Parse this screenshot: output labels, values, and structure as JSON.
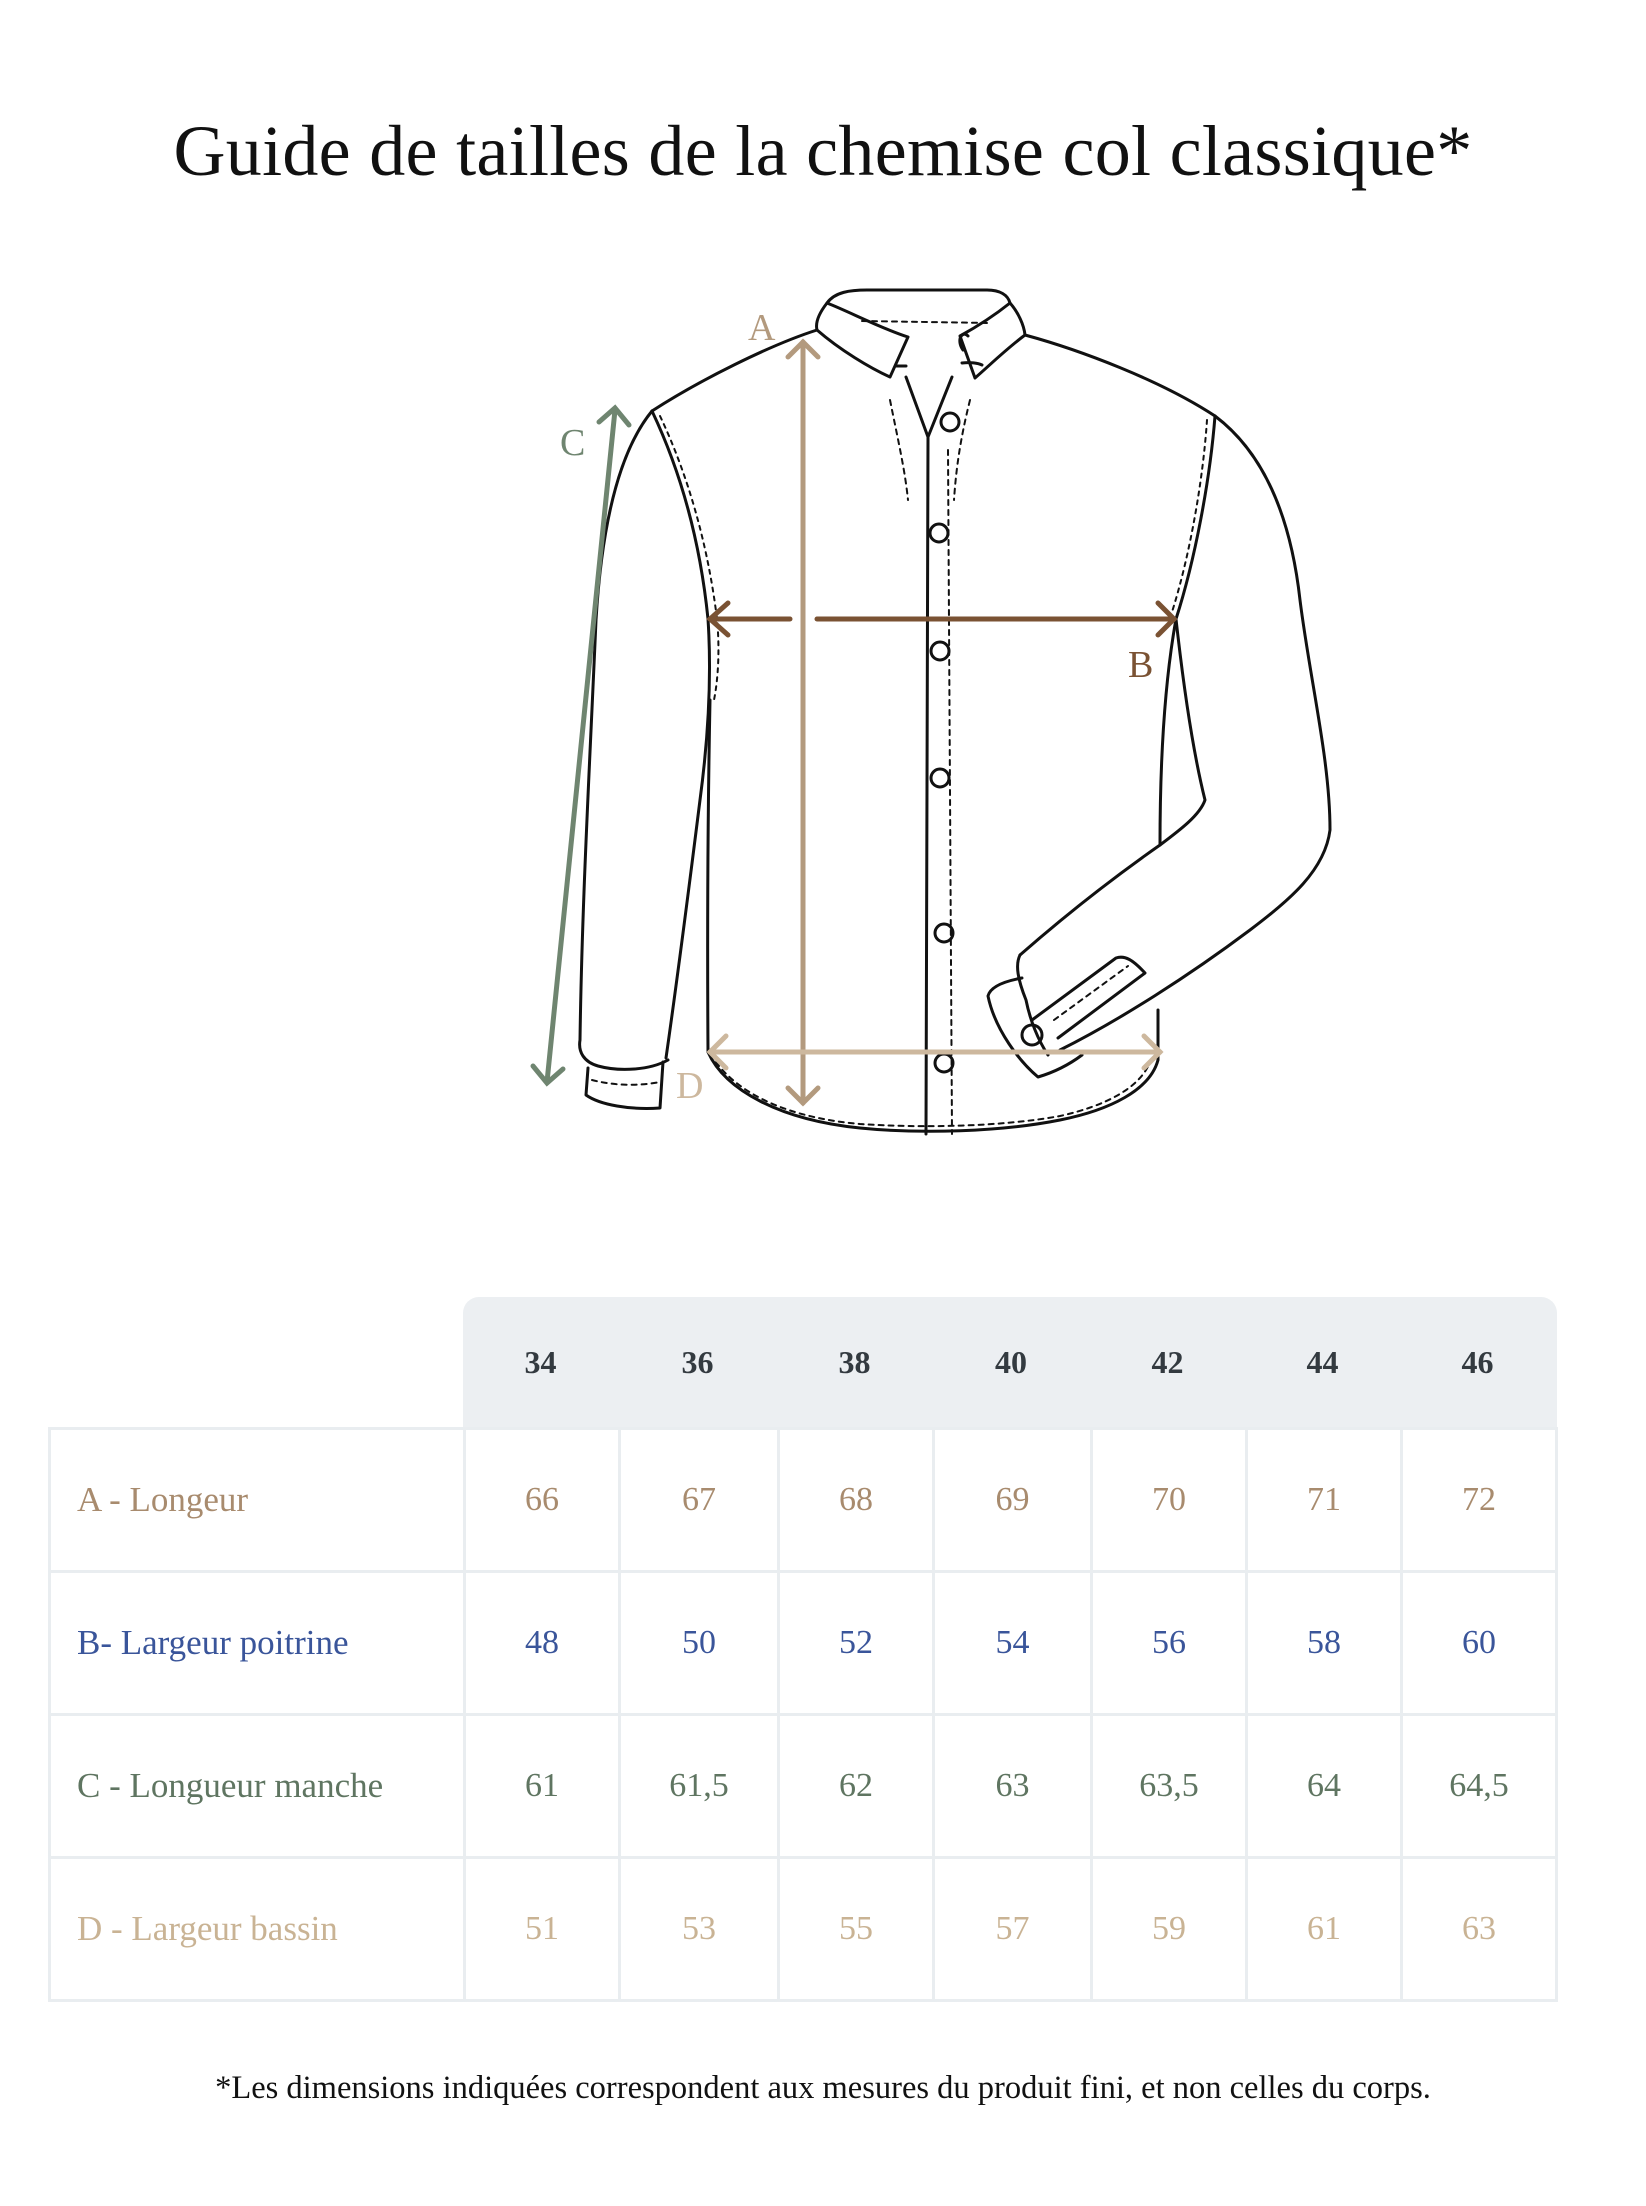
{
  "title": "Guide de tailles de la chemise col classique*",
  "illustration": {
    "labels": {
      "A": {
        "text": "A",
        "color": "#b39a7e"
      },
      "B": {
        "text": "B",
        "color": "#7a5233"
      },
      "C": {
        "text": "C",
        "color": "#6f8570"
      },
      "D": {
        "text": "D",
        "color": "#cdb89e"
      }
    }
  },
  "table": {
    "sizes": [
      "34",
      "36",
      "38",
      "40",
      "42",
      "44",
      "46"
    ],
    "rows": [
      {
        "label": "A - Longeur",
        "color": "#a88b6e",
        "values": [
          "66",
          "67",
          "68",
          "69",
          "70",
          "71",
          "72"
        ]
      },
      {
        "label": "B- Largeur poitrine",
        "color": "#3a559a",
        "values": [
          "48",
          "50",
          "52",
          "54",
          "56",
          "58",
          "60"
        ]
      },
      {
        "label": "C - Longueur manche",
        "color": "#5f7561",
        "values": [
          "61",
          "61,5",
          "62",
          "63",
          "63,5",
          "64",
          "64,5"
        ]
      },
      {
        "label": "D - Largeur bassin",
        "color": "#c9b394",
        "values": [
          "51",
          "53",
          "55",
          "57",
          "59",
          "61",
          "63"
        ]
      }
    ]
  },
  "footnote": "*Les dimensions indiquées correspondent aux mesures du produit fini, et non celles du corps."
}
